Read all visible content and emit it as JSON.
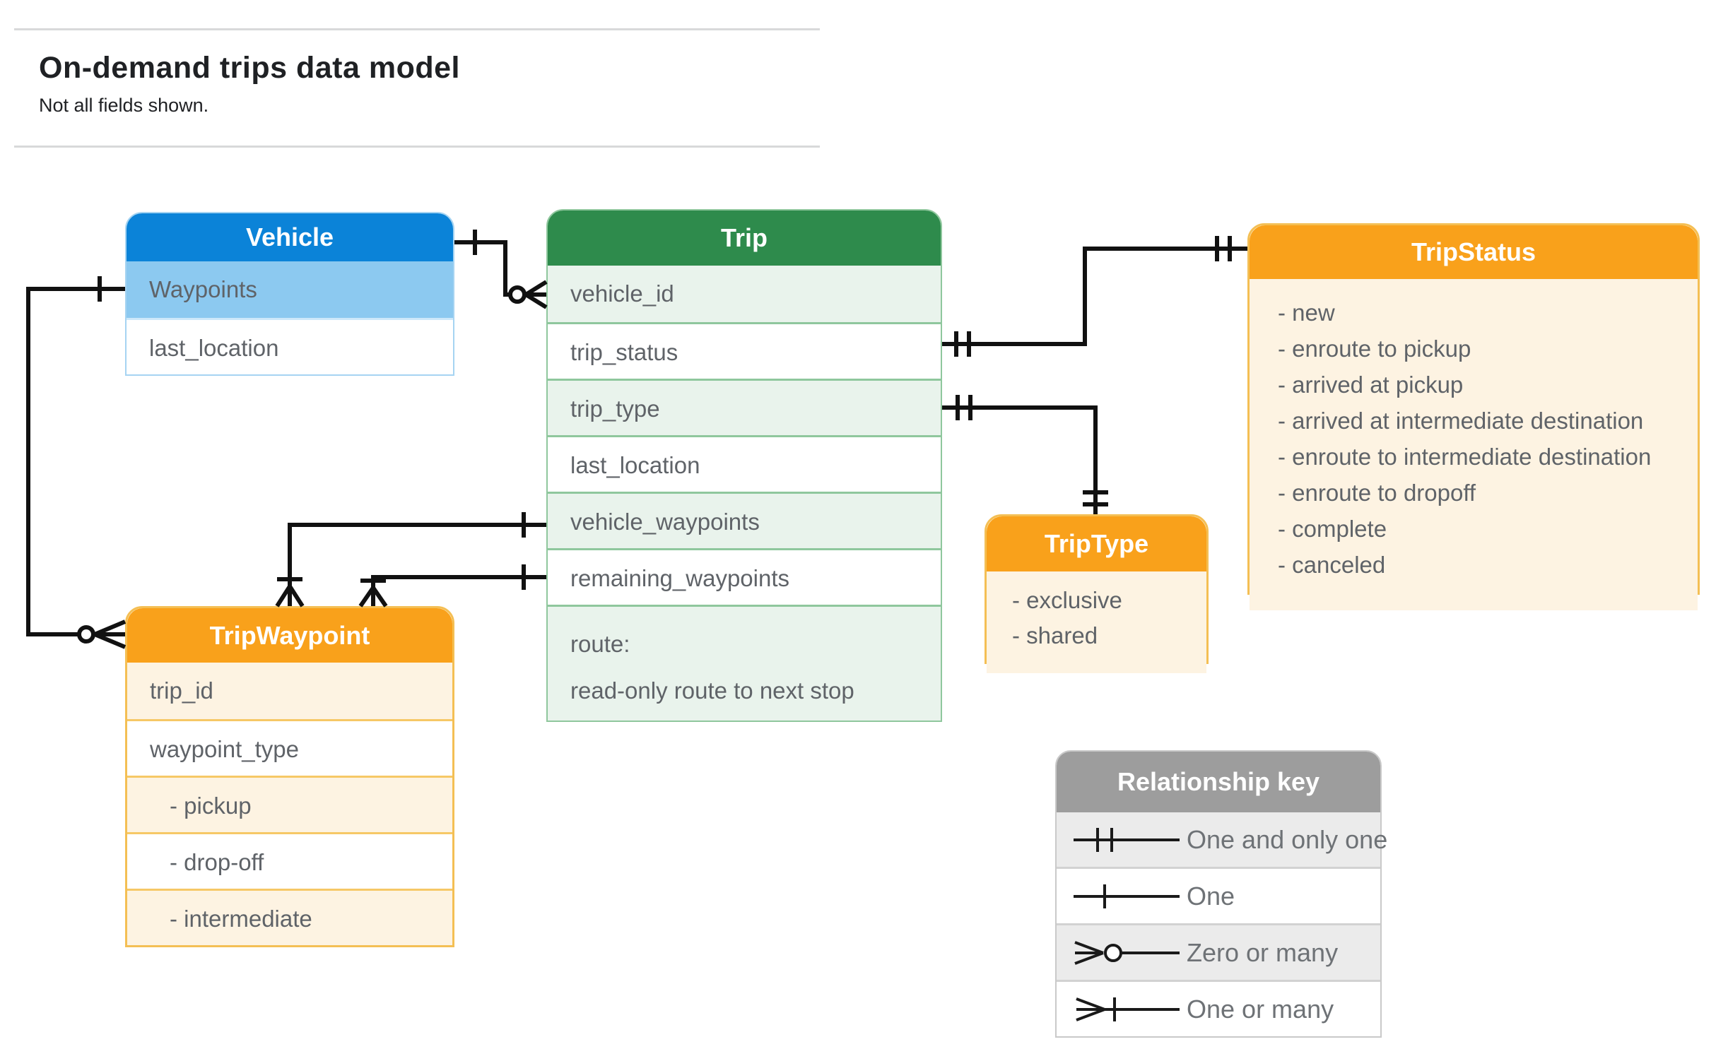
{
  "page": {
    "title": "On-demand trips data model",
    "subtitle": "Not all fields shown."
  },
  "entities": {
    "vehicle": {
      "title": "Vehicle",
      "fields": [
        "Waypoints",
        "last_location"
      ]
    },
    "trip": {
      "title": "Trip",
      "fields": [
        "vehicle_id",
        "trip_status",
        "trip_type",
        "last_location",
        "vehicle_waypoints",
        "remaining_waypoints"
      ],
      "route": {
        "name": "route:",
        "desc": "read-only route to next stop"
      }
    },
    "tripstatus": {
      "title": "TripStatus",
      "values": [
        "- new",
        "- enroute to pickup",
        "- arrived at pickup",
        "- arrived at intermediate destination",
        "- enroute to intermediate destination",
        "- enroute to dropoff",
        "- complete",
        "- canceled"
      ]
    },
    "triptype": {
      "title": "TripType",
      "values": [
        "- exclusive",
        "- shared"
      ]
    },
    "tripwaypoint": {
      "title": "TripWaypoint",
      "fields": [
        "trip_id",
        "waypoint_type"
      ],
      "values": [
        "- pickup",
        "- drop-off",
        "- intermediate"
      ]
    }
  },
  "legend": {
    "title": "Relationship key",
    "items": [
      {
        "symbol": "one-and-only-one",
        "label": "One and only one"
      },
      {
        "symbol": "one",
        "label": "One"
      },
      {
        "symbol": "zero-or-many",
        "label": "Zero or many"
      },
      {
        "symbol": "one-or-many",
        "label": "One or many"
      }
    ]
  },
  "colors": {
    "vehicle_header": "#0b83d8",
    "vehicle_highlight_row": "#8cc9f0",
    "trip_header": "#2e8b4c",
    "trip_alt_row": "#e9f3ec",
    "orange_header": "#f9a11b",
    "orange_body": "#fdf3e2",
    "key_header": "#9d9d9d",
    "key_alt_row": "#ebebeb",
    "body_text": "#5f6368",
    "connector_line": "#111111"
  }
}
